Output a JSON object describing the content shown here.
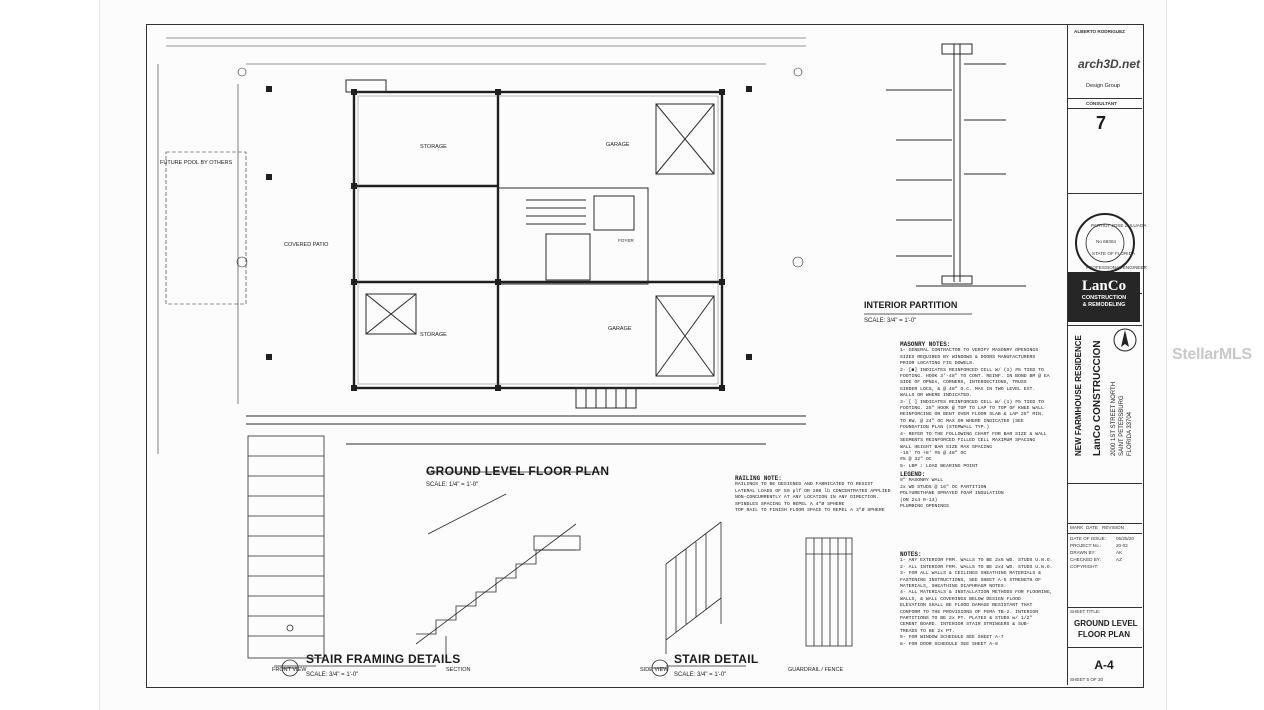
{
  "drawing": {
    "main_title": "GROUND LEVEL FLOOR PLAN",
    "main_scale": "SCALE: 1/4\" = 1'-0\"",
    "rooms": {
      "storage_top": "STORAGE",
      "garage_top": "GARAGE",
      "storage_bottom": "STORAGE",
      "garage_bottom": "GARAGE",
      "covered_patio": "COVERED PATIO",
      "foyer": "FOYER",
      "future_pool": "FUTURE POOL BY OTHERS"
    },
    "interior_partition_title": "INTERIOR PARTITION",
    "interior_partition_scale": "SCALE: 3/4\" = 1'-0\"",
    "stair_framing_title": "STAIR FRAMING DETAILS",
    "stair_framing_scale": "SCALE: 3/4\" = 1'-0\"",
    "stair_detail_title": "STAIR DETAIL",
    "stair_detail_scale": "SCALE: 3/4\" = 1'-0\"",
    "front_view": "FRONT VIEW",
    "section": "SECTION",
    "side_view": "SIDE VIEW",
    "guardrail": "GUARDRAIL / FENCE",
    "railing_note_title": "RAILING NOTE:",
    "railing_note_lines": [
      "RAILINGS TO BE DESIGNED AND FABRICATED TO RESIST",
      "LATERAL LOADS OF 50 plf OR 200 lb CONCENTRATED APPLIED",
      "NON-CONCURRENTLY AT ANY LOCATION IN ANY DIRECTION.",
      "SPINDLES SPACING TO REPEL A 4\"Ø SPHERE",
      "TOP RAIL TO FINISH FLOOR SPACE TO REPEL A 3\"Ø SPHERE"
    ],
    "masonry_title": "MASONRY NOTES:",
    "masonry_lines": [
      "1- GENERAL CONTRACTOR TO VERIFY MASONRY OPENINGS",
      "SIZES REQUIRED BY WINDOWS & DOORS MANUFACTURERS",
      "PRIOR LOCATING FIG DOWELS.",
      "2- [■] INDICATES REINFORCED CELL W/ (1) #5 TIED TO",
      "FOOTING. HOOK 3'-48\" TO CONT. REINF. IN BOND BM @ EA",
      "SIDE OF OPNGs, CORNERS, INTERSECTIONS, TRUSS",
      "GIRDER LOCS, & @ 48\" O.C. MAX IN TWO LEVEL EXT.",
      "WALLS OR WHERE INDICATED.",
      "3- [ ] INDICATES REINFORCED CELL W/ (1) #5 TIED TO",
      "FOOTING. 25\" HOOK @ TOP TO LAP TO TOP OF KNEE WALL",
      "REINFORCING OR BENT OVER FLOOR SLAB & LAP 25\" MIN.",
      "TO KW. @ 24\" OC MAX OR WHERE INDICATED (SEE",
      "FOUNDATION PLAN (STEMWALL TYP.)",
      "4- REFER TO THE FOLLOWING CHART FOR BAR SIZE & WALL",
      "SEGMENTS REINFORCED FILLED CELL MAXIMUM SPACING",
      "WALL HEIGHT     BAR SIZE   MAX SPACING",
      "-16' TO +8'       #5        @ 48\" OC",
      "                  #5        @ 32\" OC",
      "5- LBP : LOAD BEARING POINT"
    ],
    "legend_title": "LEGEND:",
    "legend_lines": [
      "8\" MASONRY WALL",
      "2x WD STUDS @ 16\" OC PARTITION",
      "POLYURETHANE SPRAYED FOAM INSULATION",
      "(ON 2x4 R-13)",
      "PLUMBING OPENINGS"
    ],
    "notes_title": "NOTES:",
    "notes_lines": [
      "1- ANY EXTERIOR FRM. WALLS TO BE 2x6 WD. STUDS U.N.O.",
      "2- ALL INTERIOR FRM. WALLS TO BE 2x4 WD. STUDS U.N.O.",
      "3- FOR ALL WALLS & CEILINGS SHEATHING MATERIALS &",
      "FASTENING INSTRUCTIONS, SEE SHEET A-5 STRENGTH OF",
      "MATERIALS, SHEATHING DIAPHRAGM NOTES.",
      "4- ALL MATERIALS & INSTALLATION METHODS FOR FLOORING,",
      "WALLS, & WALL COVERINGS BELOW DESIGN FLOOD",
      "ELEVATION SHALL BE FLOOD DAMAGE RESISTANT THAT",
      "CONFORM TO THE PROVISIONS OF FEMA TB-2. INTERIOR",
      "PARTITIONS TO BE 2x PT. PLATES & STUDS w/ 1/2\"",
      "CEMENT BOARD. INTERIOR STAIR STRINGERS & SUB-",
      "TREADS TO BE 2x PT.",
      "5- FOR WINDOW SCHEDULE SEE SHEET A-7",
      "6- FOR DOOR SCHEDULE SEE SHEET A-8"
    ]
  },
  "title_block": {
    "architect_name": "ALBERTO RODRIGUEZ",
    "architect_logo": "arch3D.net",
    "design_group": "Design Group",
    "consultant": "CONSULTANT",
    "engineer_seal_top": "PATRIOT JOSE ZULUAGA",
    "engineer_license": "No 68304",
    "seal_state": "STATE OF FLORIDA",
    "seal_bottom": "PROFESSIONAL ENGINEER",
    "contractor_name": "LanCo",
    "contractor_line1": "CONSTRUCTION",
    "contractor_line2": "& REMODELING",
    "project_name": "NEW FARMHOUSE RESIDENCE",
    "client_name": "LanCo CONSTRUCCION",
    "address_line1": "2000 1ST STREET NORTH",
    "address_line2": "SAINT PETERSBURG",
    "address_line3": "FLORIDA 33704",
    "rev_headers": [
      "MARK",
      "DATE",
      "REVISION"
    ],
    "info_rows": [
      {
        "label": "DATE OF ISSUE:",
        "value": "05/25/20"
      },
      {
        "label": "PROJECT No.:",
        "value": "20-02"
      },
      {
        "label": "DRAWN BY:",
        "value": "AK"
      },
      {
        "label": "CHECKED BY:",
        "value": "AZ"
      },
      {
        "label": "COPYRIGHT:",
        "value": ""
      }
    ],
    "sheet_title_label": "SHEET TITLE:",
    "sheet_title_1": "GROUND LEVEL",
    "sheet_title_2": "FLOOR PLAN",
    "sheet_number": "A-4",
    "sheet_count": "SHEET 5 OF 20"
  },
  "watermark": "StellarMLS",
  "colors": {
    "line": "#2a2a2a",
    "paper": "#fcfcfc",
    "dark_panel": "#262626",
    "watermark": "#c9c9c9"
  }
}
